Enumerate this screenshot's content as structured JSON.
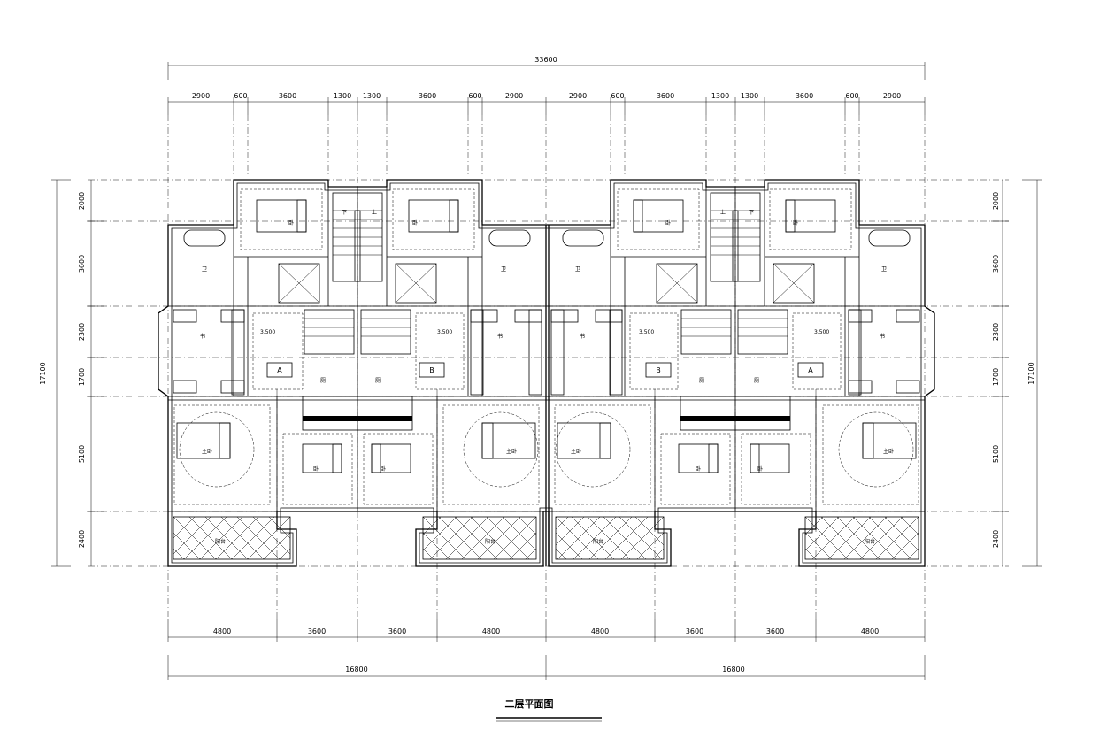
{
  "drawing": {
    "title": "二层平面图",
    "overall_width": "33600",
    "overall_depth": "17100"
  },
  "top_dims": [
    "2900",
    "600",
    "3600",
    "1300",
    "1300",
    "3600",
    "600",
    "2900",
    "2900",
    "600",
    "3600",
    "1300",
    "1300",
    "3600",
    "600",
    "2900"
  ],
  "bottom_dims": [
    "4800",
    "3600",
    "3600",
    "4800",
    "4800",
    "3600",
    "3600",
    "4800"
  ],
  "half_dims": [
    "16800",
    "16800"
  ],
  "side_dims": [
    "2000",
    "3600",
    "2300",
    "1700",
    "5100",
    "2400"
  ],
  "stair_labels": [
    "下",
    "上",
    "上",
    "下"
  ],
  "levels": [
    "3.500",
    "3.500",
    "3.500",
    "3.500"
  ],
  "unit_marks": [
    "A",
    "B",
    "B",
    "A"
  ],
  "rooms": {
    "bathroom": "卫",
    "study": "书",
    "washroom": "厕",
    "master_bed": "主卧",
    "bedroom": "卧",
    "balcony": "阳台",
    "bath_small": "卫"
  },
  "colors": {
    "line": "#000000",
    "background": "#ffffff"
  }
}
